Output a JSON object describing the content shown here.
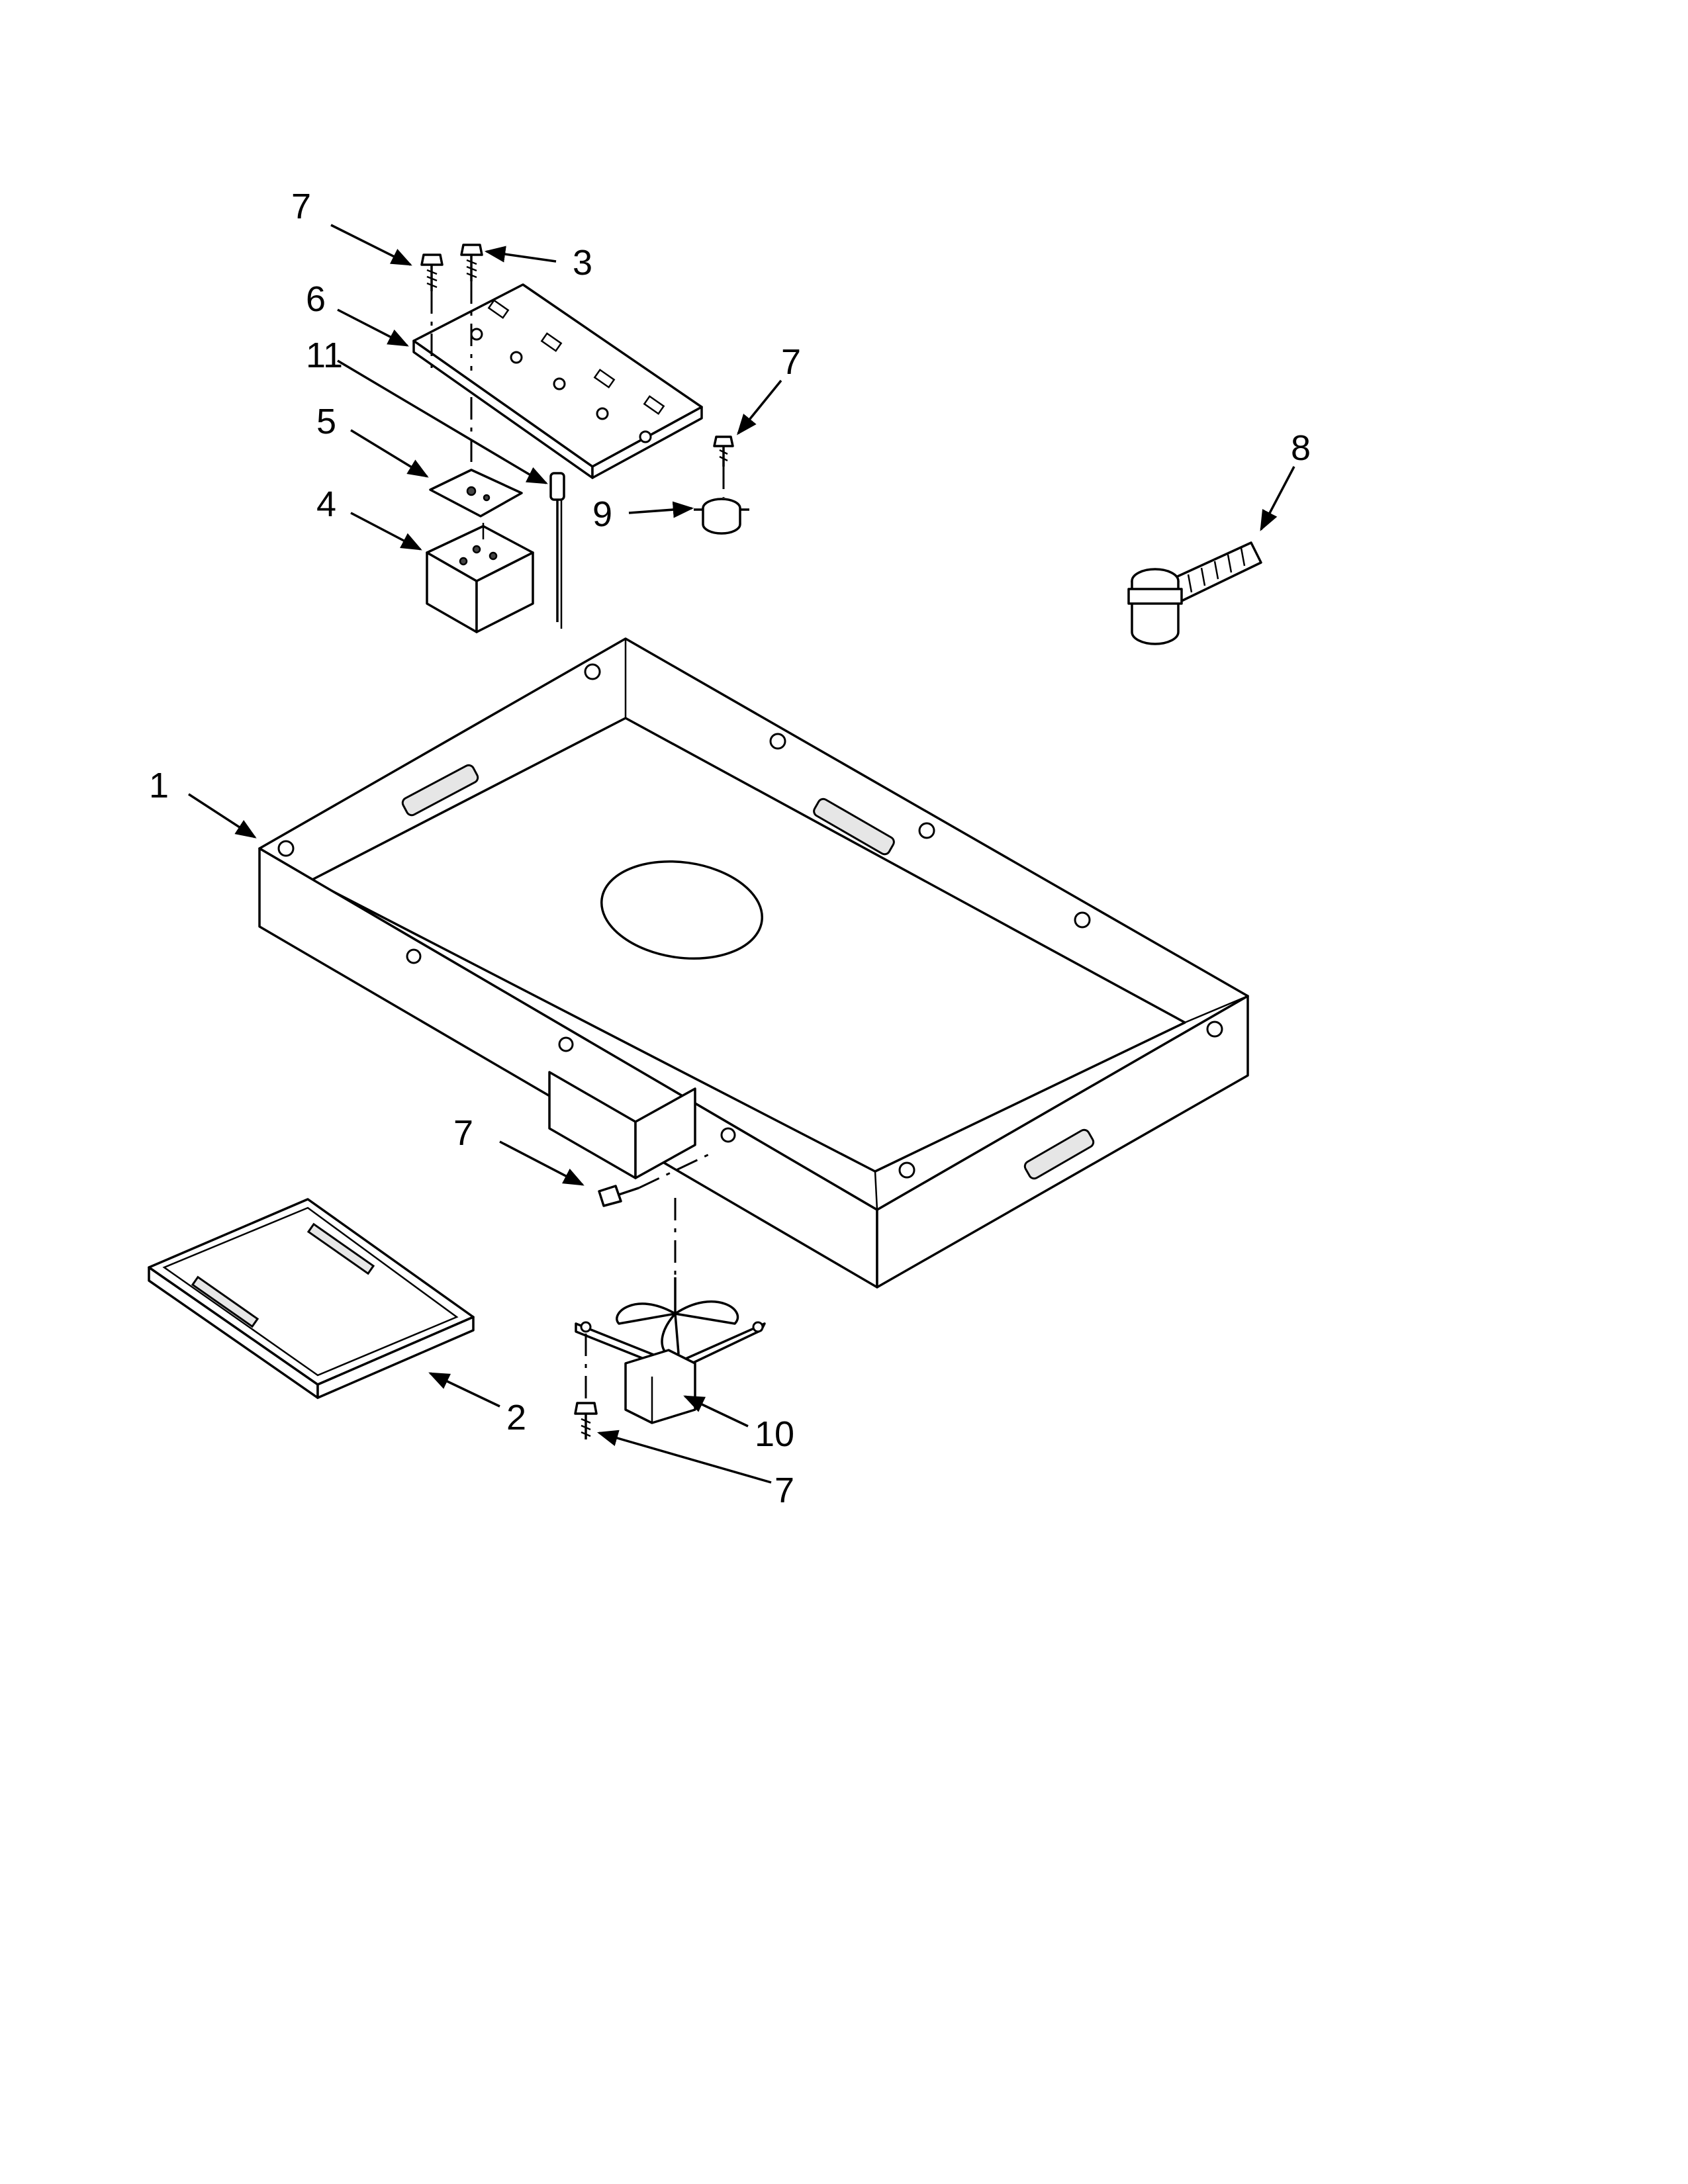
{
  "callouts": {
    "c1": "1",
    "c2": "2",
    "c3": "3",
    "c4": "4",
    "c5": "5",
    "c6": "6",
    "c7a": "7",
    "c7b": "7",
    "c7c": "7",
    "c7d": "7",
    "c8": "8",
    "c9": "9",
    "c10": "10",
    "c11": "11"
  }
}
